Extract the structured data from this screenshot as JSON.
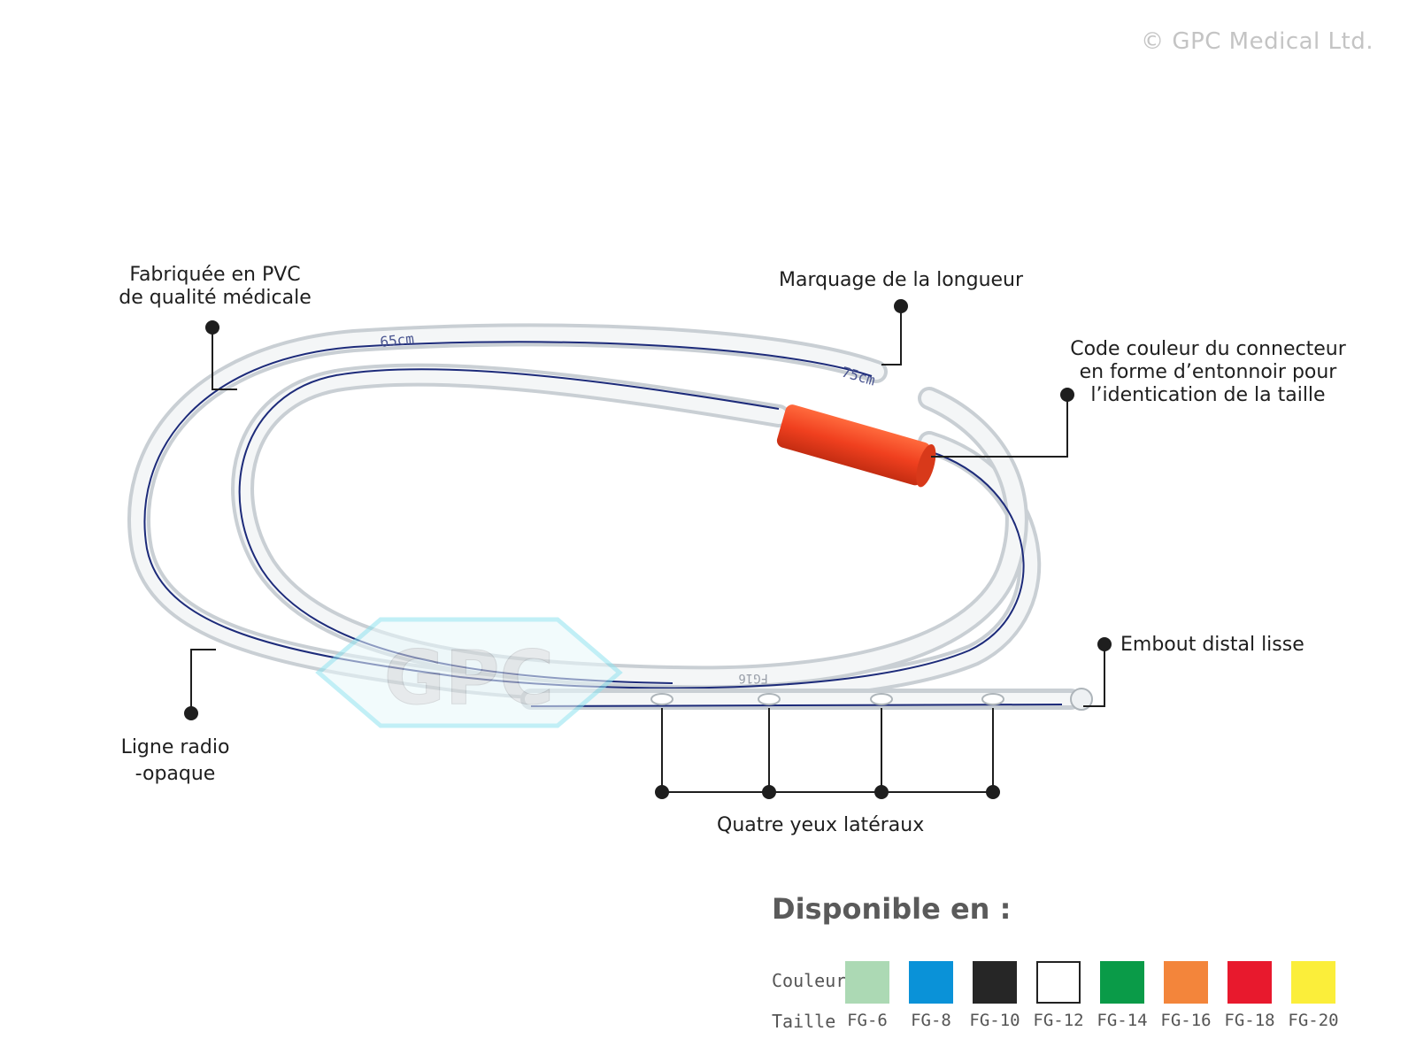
{
  "copyright": "© GPC Medical Ltd.",
  "watermark": "GPC",
  "labels": {
    "pvc_line1": "Fabriquée en PVC",
    "pvc_line2": "de qualité médicale",
    "length_marking": "Marquage de la longueur",
    "color_code_line1": "Code couleur du connecteur",
    "color_code_line2": "en forme d’entonnoir pour",
    "color_code_line3": "l’identication de la taille",
    "radio_line1": "Ligne radio",
    "radio_line2": "-opaque",
    "distal_tip": "Embout distal lisse",
    "four_eyes": "Quatre yeux latéraux"
  },
  "tube_markings": {
    "mark_65": "65cm",
    "mark_75": "75cm",
    "mark_tip": "FG16"
  },
  "availability": {
    "title": "Disponible en :",
    "color_label": "Couleur",
    "size_label": "Taille",
    "options": [
      {
        "size": "FG-6",
        "color": "#acd9b4"
      },
      {
        "size": "FG-8",
        "color": "#0a92d8"
      },
      {
        "size": "FG-10",
        "color": "#262626"
      },
      {
        "size": "FG-12",
        "color": "#ffffff"
      },
      {
        "size": "FG-14",
        "color": "#0a9b48"
      },
      {
        "size": "FG-16",
        "color": "#f3853b"
      },
      {
        "size": "FG-18",
        "color": "#e8192d"
      },
      {
        "size": "FG-20",
        "color": "#fbee3a"
      }
    ]
  },
  "colors": {
    "connector": "#f0401f",
    "radio_line": "#1d2b7a",
    "leader": "#1e1e1e"
  }
}
